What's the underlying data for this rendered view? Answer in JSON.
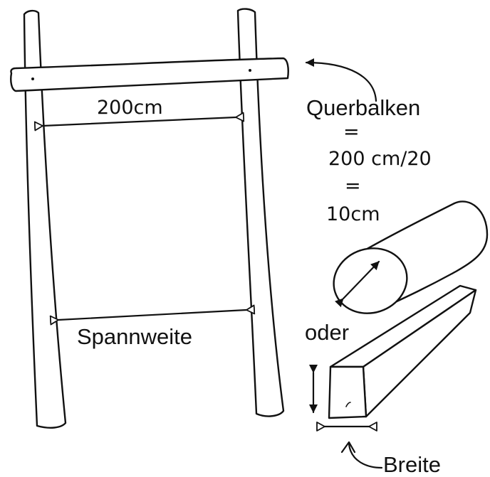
{
  "labels": {
    "crossbar": "Querbalken",
    "equals_1": "=",
    "formula": "200 cm/20",
    "equals_2": "=",
    "result": "10cm",
    "top_dimension": "200cm",
    "span": "Spannweite",
    "or": "oder",
    "width": "Breite"
  },
  "colors": {
    "ink": "#111111",
    "paper": "#ffffff"
  }
}
